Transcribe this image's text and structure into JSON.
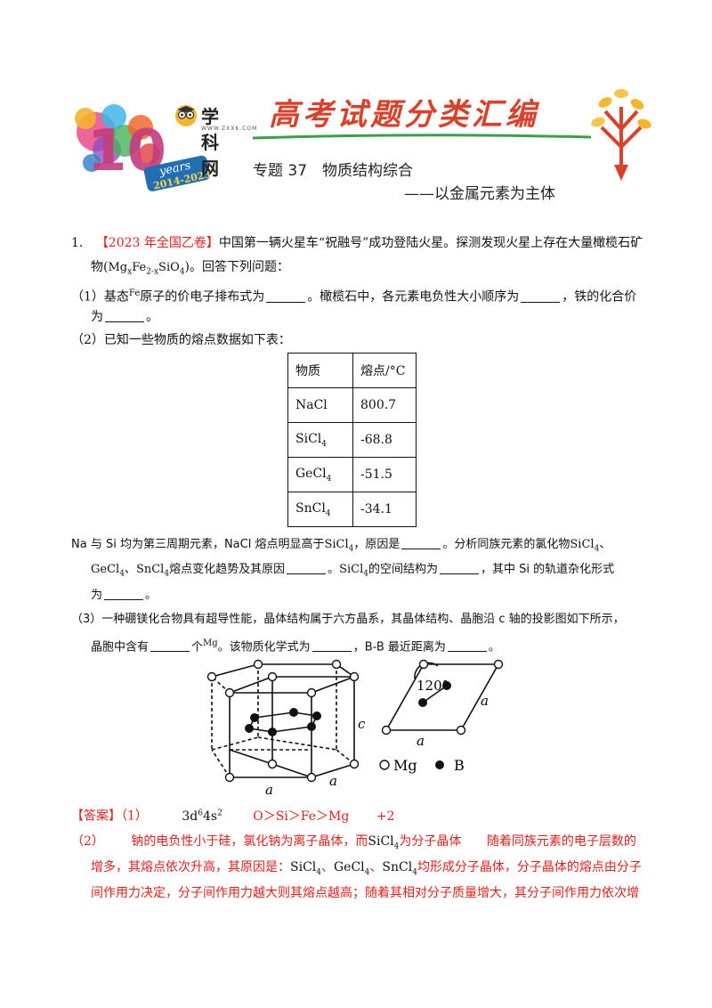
{
  "header": {
    "logo_text": "学科网",
    "logo_sub": "WWW.ZXXK.COM",
    "banner_title": "高考试题分类汇编",
    "years_badge": "years",
    "years_range": "2014-2023",
    "ten": "10",
    "topic": "专题 37　物质结构综合",
    "subtopic": "——以金属元素为主体"
  },
  "question": {
    "number": "1.",
    "source": "【2023 年全国乙卷】",
    "intro_line1": "中国第一辆火星车“祝融号”成功登陆火星。探测发现火星上存在大量橄榄石矿",
    "intro_line2_a": "物(",
    "intro_line2_formula": "Mg",
    "intro_line2_b": ")。回答下列问题：",
    "p1_a": "（1）基态",
    "p1_fe": "Fe",
    "p1_b": "原子的价电子排布式为",
    "p1_c": "。橄榄石中，各元素电负性大小顺序为",
    "p1_d": "，铁的化合价",
    "p1_e": "为",
    "p1_f": "。",
    "p2_intro": "（2）已知一些物质的熔点数据如下表：",
    "table": {
      "headers": [
        "物质",
        "熔点/°C"
      ],
      "rows": [
        [
          "NaCl",
          "800.7"
        ],
        [
          "SiCl4",
          "-68.8"
        ],
        [
          "GeCl4",
          "-51.5"
        ],
        [
          "SnCl4",
          "-34.1"
        ]
      ]
    },
    "p2_line1_a": "Na 与 Si 均为第三周期元素，NaCl 熔点明显高于",
    "p2_line1_b": "，原因是",
    "p2_line1_c": "。分析同族元素的氯化物",
    "p2_line2_a": "熔点变化趋势及其原因",
    "p2_line2_b": "。",
    "p2_line2_c": "的空间结构为",
    "p2_line2_d": "，其中 Si 的轨道杂化形式",
    "p2_line3": "为",
    "p3_line1": "（3）一种硼镁化合物具有超导性能，晶体结构属于六方晶系，其晶体结构、晶胞沿 c 轴的投影图如下所示，",
    "p3_line2_a": "晶胞中含有",
    "p3_line2_b": "个",
    "p3_line2_mg": "Mg",
    "p3_line2_c": "。该物质化学式为",
    "p3_line2_d": "，B-B 最近距离为",
    "p3_line2_e": "。",
    "figure": {
      "label_c": "c",
      "label_a1": "a",
      "label_a2": "a",
      "label_a3": "a",
      "label_a4": "a",
      "angle": "120°",
      "legend_mg": "Mg",
      "legend_b": "B"
    }
  },
  "answer": {
    "tag": "【答案】",
    "part1_label": "（1）",
    "part1_config": "3d",
    "part1_order": "O＞Si＞Fe＞Mg",
    "part1_valence": "+2",
    "part2_label": "（2）",
    "part2_a": "钠的电负性小于硅，氯化钠为离子晶体，而",
    "part2_b": "为分子晶体",
    "part2_c": "随着同族元素的电子层数的",
    "part2_line2_a": "增多，其熔点依次升高，其原因是：",
    "part2_line2_b": "均形成分子晶体，分子晶体的熔点由分子",
    "part2_line3": "间作用力决定，分子间作用力越大则其熔点越高；随着其相对分子质量增大，其分子间作用力依次增"
  }
}
